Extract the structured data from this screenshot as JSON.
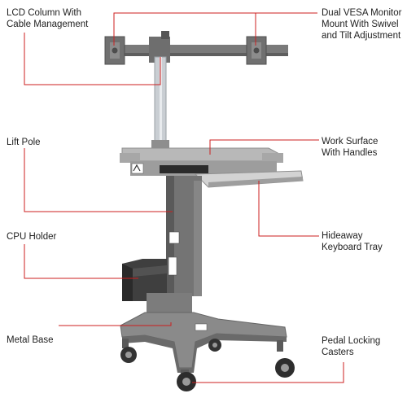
{
  "labels": {
    "lcd_column": [
      "LCD Column With",
      "Cable Management"
    ],
    "lift_pole": [
      "Lift Pole"
    ],
    "cpu_holder": [
      "CPU Holder"
    ],
    "metal_base": [
      "Metal Base"
    ],
    "dual_vesa": [
      "Dual VESA Monitor",
      "Mount With Swivel",
      "and Tilt Adjustment"
    ],
    "work_surface": [
      "Work Surface",
      "With Handles"
    ],
    "keyboard_tray": [
      "Hideaway",
      "Keyboard Tray"
    ],
    "casters": [
      "Pedal Locking",
      "Casters"
    ]
  },
  "colors": {
    "callout_line": "#cc1f1f",
    "cart_dark": "#6b6b6b",
    "cart_mid": "#8a8a8a",
    "cart_light": "#b5b5b5",
    "pole_silver": "#c9ced3",
    "text": "#222222"
  }
}
